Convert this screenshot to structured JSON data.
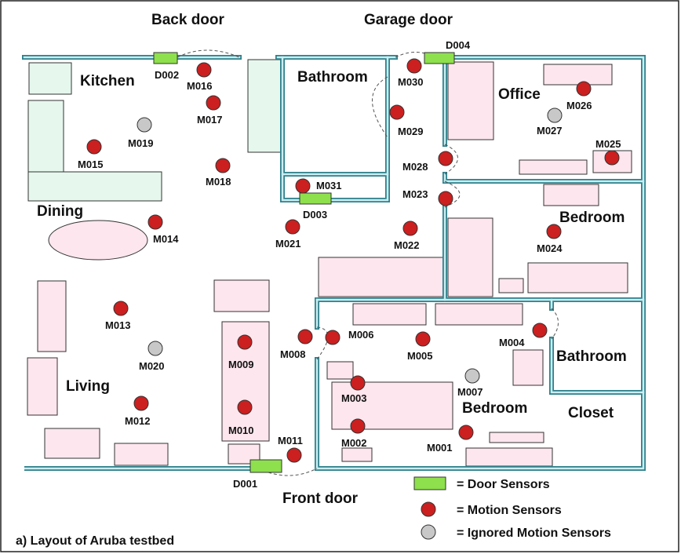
{
  "rooms": {
    "kitchen": "Kitchen",
    "bathroom_top": "Bathroom",
    "office": "Office",
    "dining": "Dining",
    "bedroom_upper": "Bedroom",
    "bathroom_right": "Bathroom",
    "living": "Living",
    "bedroom_lower": "Bedroom",
    "closet": "Closet"
  },
  "doors": {
    "back": "Back door",
    "garage": "Garage door",
    "front": "Front door"
  },
  "sensors": {
    "D001": "D001",
    "D002": "D002",
    "D003": "D003",
    "D004": "D004",
    "M001": "M001",
    "M002": "M002",
    "M003": "M003",
    "M004": "M004",
    "M005": "M005",
    "M006": "M006",
    "M007": "M007",
    "M008": "M008",
    "M009": "M009",
    "M010": "M010",
    "M011": "M011",
    "M012": "M012",
    "M013": "M013",
    "M014": "M014",
    "M015": "M015",
    "M016": "M016",
    "M017": "M017",
    "M018": "M018",
    "M019": "M019",
    "M020": "M020",
    "M021": "M021",
    "M022": "M022",
    "M023": "M023",
    "M024": "M024",
    "M025": "M025",
    "M026": "M026",
    "M027": "M027",
    "M028": "M028",
    "M029": "M029",
    "M030": "M030",
    "M031": "M031"
  },
  "ignored_sensors": [
    "M007",
    "M019",
    "M020",
    "M027"
  ],
  "legend": {
    "door": "= Door Sensors",
    "motion": "= Motion Sensors",
    "ignored": "= Ignored Motion Sensors"
  },
  "caption": "a) Layout of Aruba testbed",
  "colors": {
    "wall": "#2d7f8a",
    "wall_inner": "#c9eef2",
    "door_sensor": "#8ee04c",
    "motion_sensor": "#cc1f1f",
    "ignored_sensor": "#c8c8c8",
    "furniture": "#fde6ee",
    "kitchen_counter": "#e6f7ee"
  }
}
